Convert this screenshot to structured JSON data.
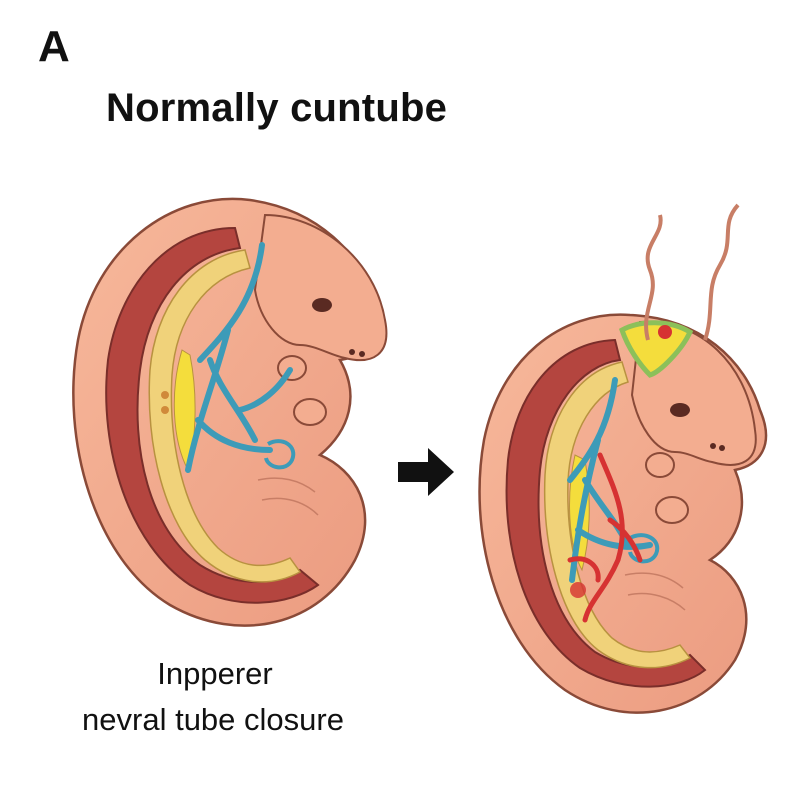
{
  "panel_letter": "A",
  "title": "Normally cuntube",
  "caption": {
    "line1": "Inpperer",
    "line2": "nevral tube closure"
  },
  "colors": {
    "skin": "#f2a98c",
    "skin_dark": "#c87e66",
    "outline": "#8a4a38",
    "muscle": "#b4453f",
    "spinal_band": "#f0d27a",
    "neural_yellow": "#f4dd3c",
    "vessel_blue": "#3d9bb8",
    "defect_red": "#d63232",
    "defect_green": "#8cc05a",
    "arrow": "#111111"
  },
  "icons": [
    "right-arrow-icon"
  ]
}
